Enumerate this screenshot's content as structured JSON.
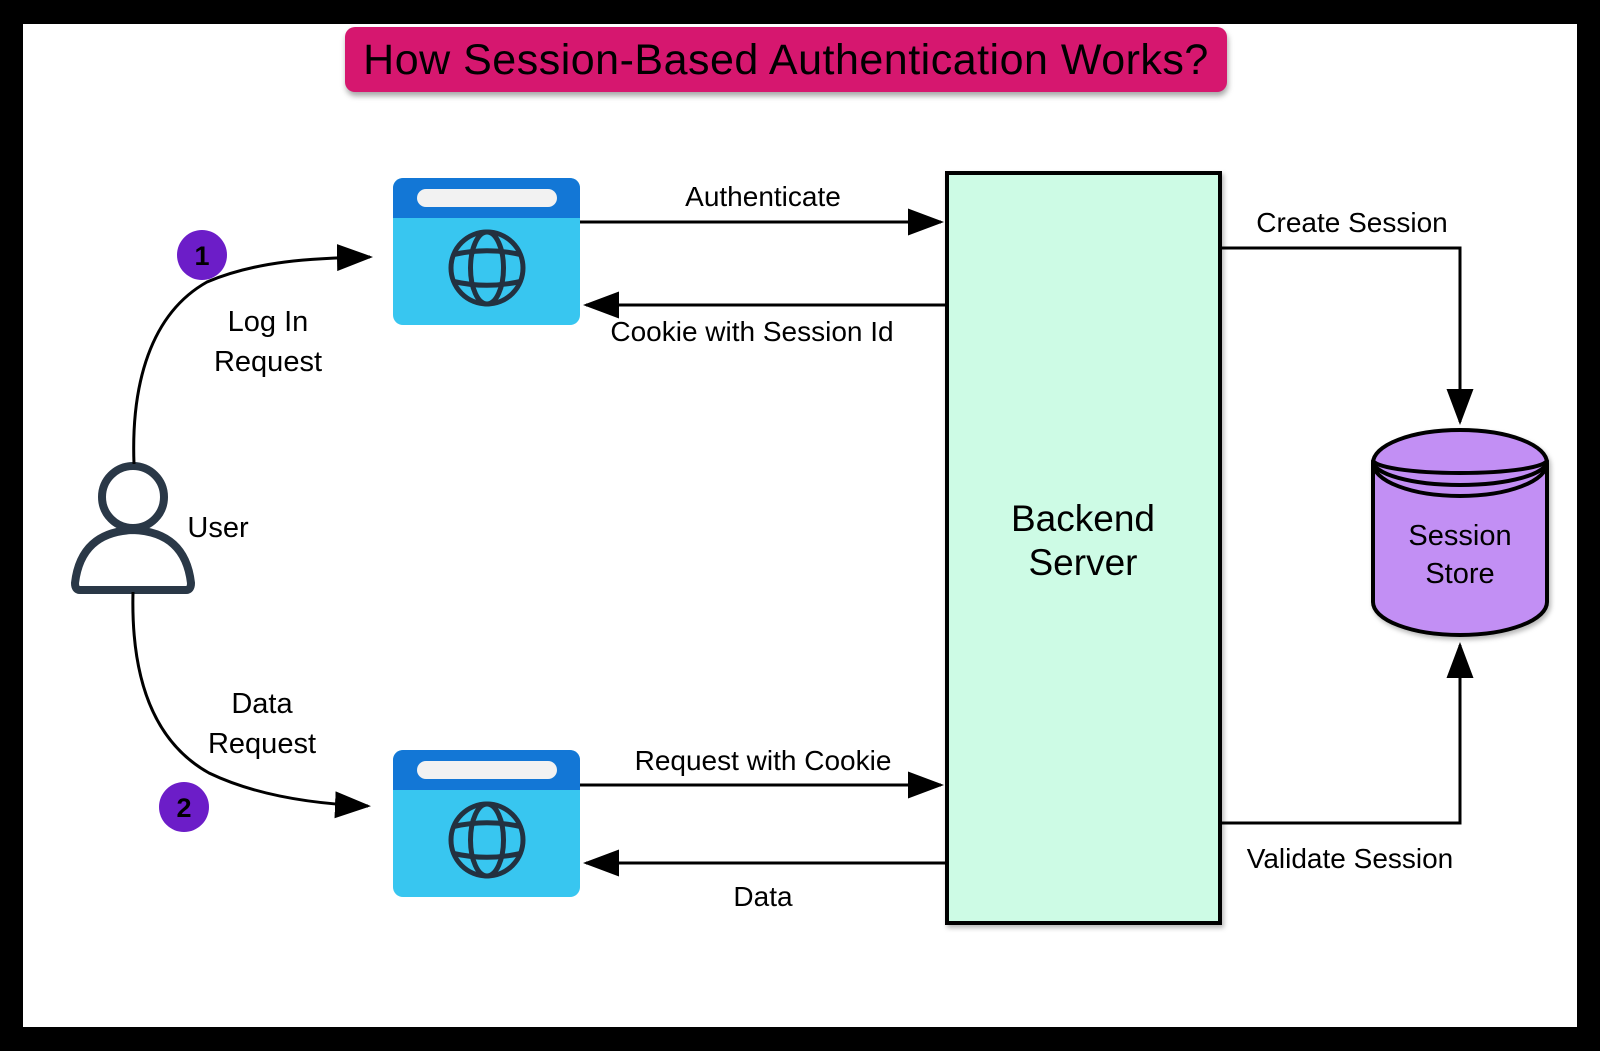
{
  "title": "How Session-Based Authentication Works?",
  "colors": {
    "frame": "#000000",
    "canvas": "#ffffff",
    "banner_fill": "#d6176f",
    "banner_text": "#ffffff",
    "badge_fill": "#6c1dc8",
    "badge_text": "#ffffff",
    "browser_header": "#1377d6",
    "browser_body": "#38c6f0",
    "browser_urlbar": "#f2f2f2",
    "globe_stroke": "#233140",
    "server_fill": "#cdfbe5",
    "store_fill": "#c28ff4",
    "user_stroke": "#2a3847",
    "label_text": "#000000"
  },
  "nodes": {
    "user": {
      "label": "User"
    },
    "backend_server": {
      "line1": "Backend",
      "line2": "Server"
    },
    "session_store": {
      "line1": "Session",
      "line2": "Store"
    }
  },
  "steps": [
    {
      "number": "1",
      "line1": "Log In",
      "line2": "Request"
    },
    {
      "number": "2",
      "line1": "Data",
      "line2": "Request"
    }
  ],
  "edges": {
    "authenticate": "Authenticate",
    "cookie_with_session_id": "Cookie with Session Id",
    "request_with_cookie": "Request with Cookie",
    "data": "Data",
    "create_session": "Create Session",
    "validate_session": "Validate Session"
  }
}
